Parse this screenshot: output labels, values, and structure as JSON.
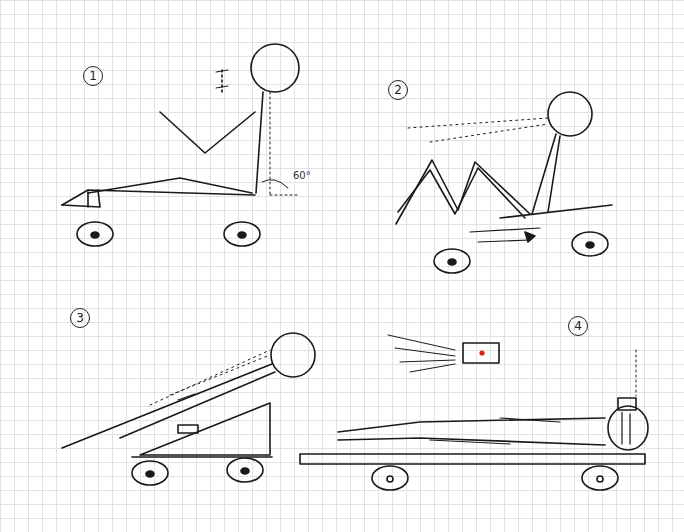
{
  "diagram": {
    "nodes": [
      {
        "text": [
          "1"
        ]
      },
      {
        "text": [
          "2"
        ]
      },
      {
        "text": [
          "3"
        ]
      },
      {
        "text": [
          "4"
        ]
      }
    ],
    "labels": [
      "60°"
    ]
  }
}
